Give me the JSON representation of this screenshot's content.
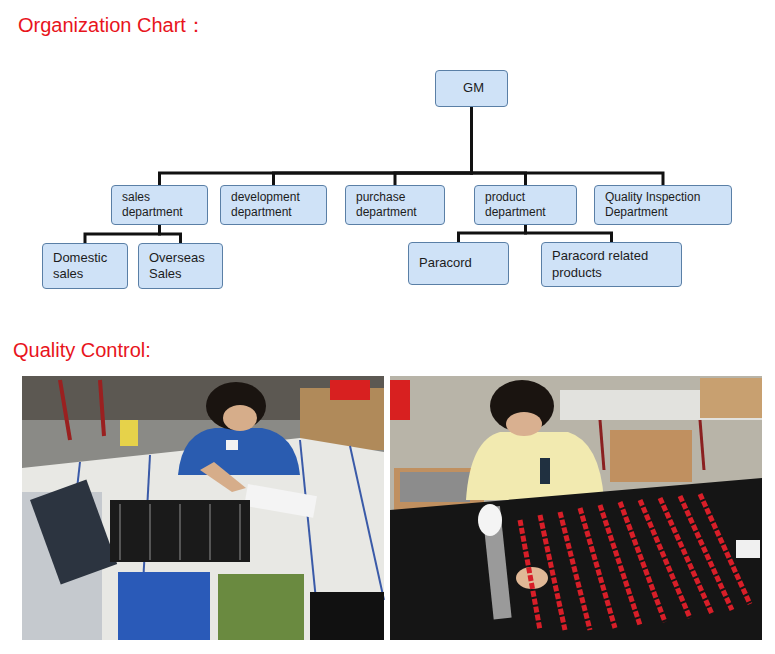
{
  "diagram": {
    "title": "Organization Chart：",
    "nodes": [
      {
        "text": [
          "GM"
        ]
      },
      {
        "text": [
          "sales department"
        ]
      },
      {
        "text": [
          "development department"
        ]
      },
      {
        "text": [
          "purchase department"
        ]
      },
      {
        "text": [
          "product department"
        ]
      },
      {
        "text": [
          "Quality Inspection Department"
        ]
      },
      {
        "text": [
          "Domestic sales"
        ]
      },
      {
        "text": [
          "Overseas Sales"
        ]
      },
      {
        "text": [
          "Paracord"
        ]
      },
      {
        "text": [
          "Paracord related products"
        ]
      }
    ],
    "edges": [
      {
        "from": 0,
        "to": 1,
        "arrow": "none"
      },
      {
        "from": 0,
        "to": 2,
        "arrow": "none"
      },
      {
        "from": 0,
        "to": 3,
        "arrow": "none"
      },
      {
        "from": 0,
        "to": 4,
        "arrow": "none"
      },
      {
        "from": 0,
        "to": 5,
        "arrow": "none"
      },
      {
        "from": 1,
        "to": 6,
        "arrow": "none"
      },
      {
        "from": 1,
        "to": 7,
        "arrow": "none"
      },
      {
        "from": 4,
        "to": 8,
        "arrow": "none"
      },
      {
        "from": 4,
        "to": 9,
        "arrow": "none"
      }
    ],
    "labels": [
      "Quality Control:"
    ]
  }
}
